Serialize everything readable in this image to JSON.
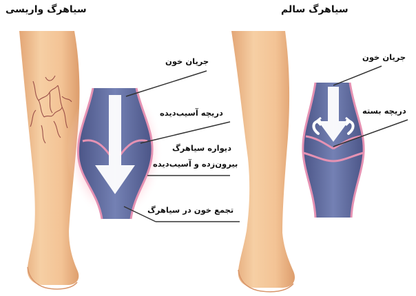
{
  "left_panel": {
    "title": "سیاهرگ واریسی",
    "labels": {
      "blood_flow": "جریان خون",
      "damaged_valve": "دریچه آسیب‌دیده",
      "vein_wall_line1": "دیواره سیاهرگ",
      "vein_wall_line2": "بیرون‌زده و آسیب‌دیده",
      "pooling": "تجمع خون در سیاهرگ"
    }
  },
  "right_panel": {
    "title": "سیاهرگ سالم",
    "labels": {
      "blood_flow": "جریان خون",
      "closed_valve": "دریچه بسته"
    }
  },
  "colors": {
    "skin_light": "#f6cfa4",
    "skin_shadow": "#e3a676",
    "vein_fill": "#5e6a9e",
    "vein_wall": "#e592b3",
    "inflammation": "#ff4a6a",
    "arrow_fill": "#ffffff",
    "leader_line": "#333333",
    "varicose_vein": "#8c3b3b"
  }
}
